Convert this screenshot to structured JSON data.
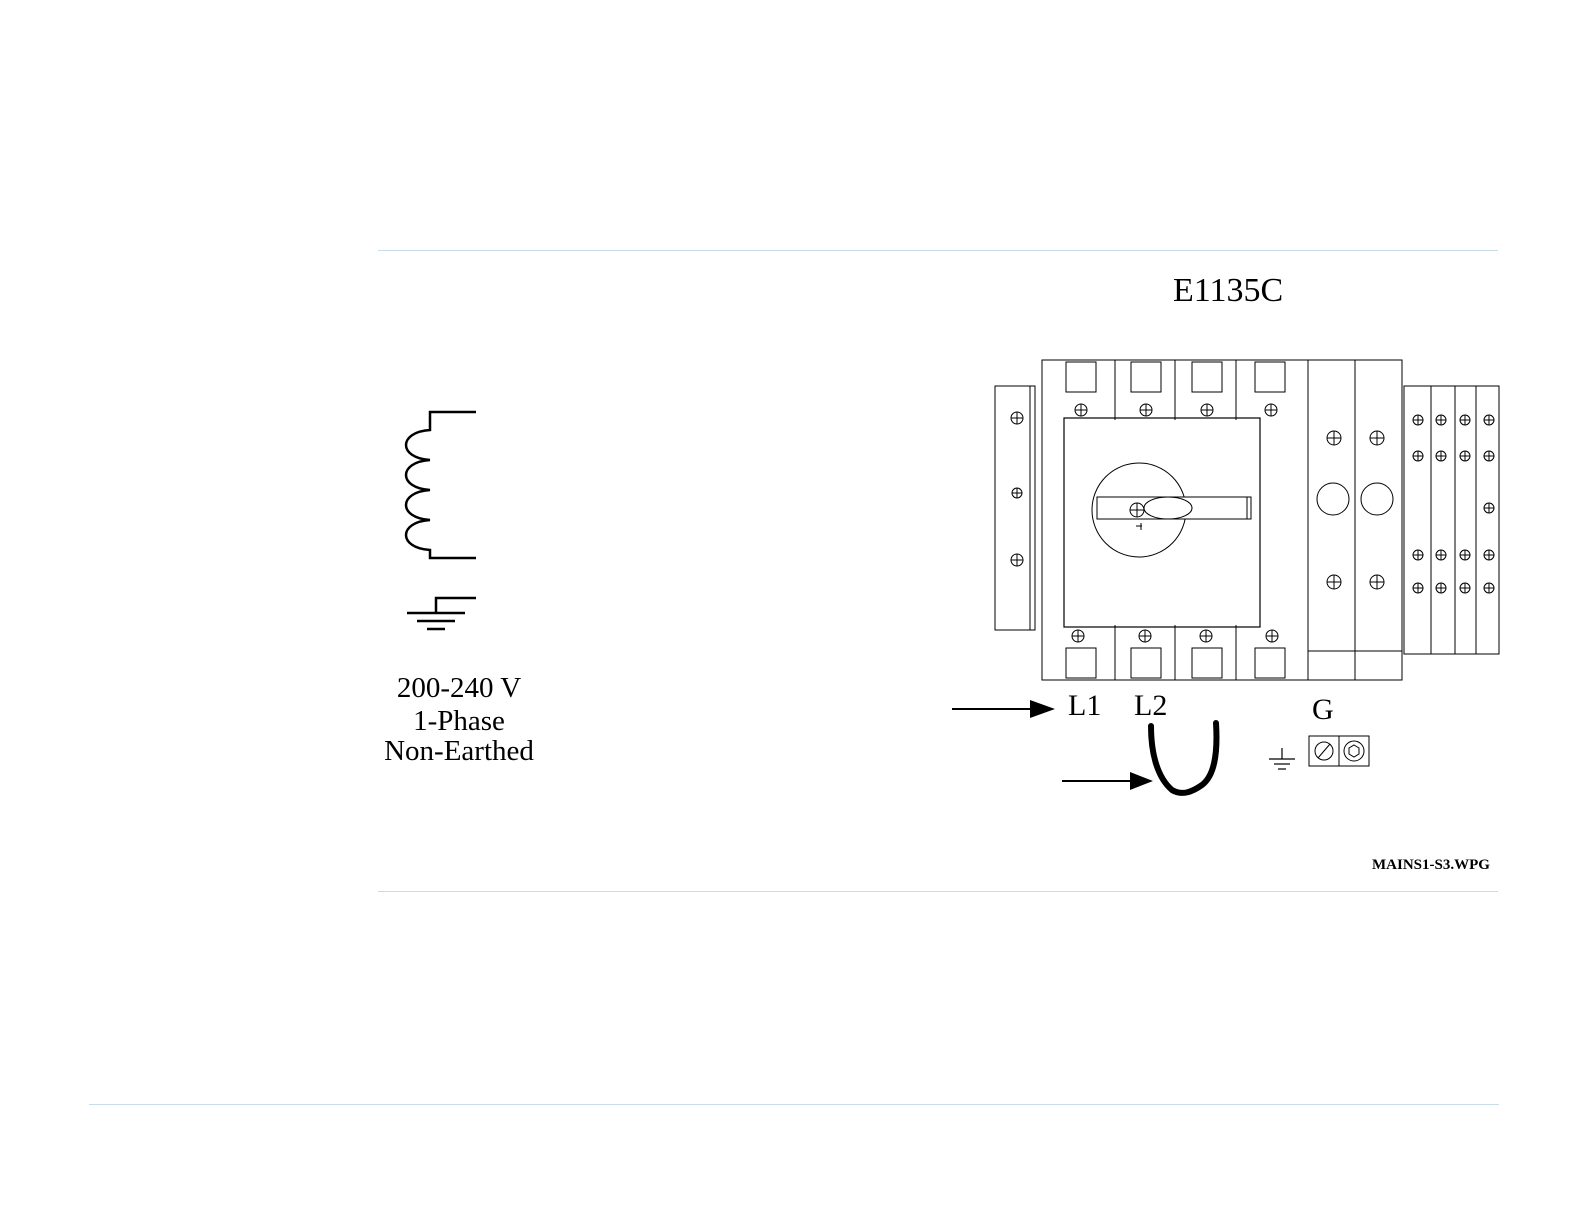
{
  "diagram": {
    "title": "E1135C",
    "supply": {
      "voltage": "200-240 V",
      "phase": "1-Phase",
      "earthing": "Non-Earthed"
    },
    "terminals": {
      "l1": "L1",
      "l2": "L2",
      "ground": "G"
    },
    "file_name": "MAINS1-S3.WPG"
  }
}
